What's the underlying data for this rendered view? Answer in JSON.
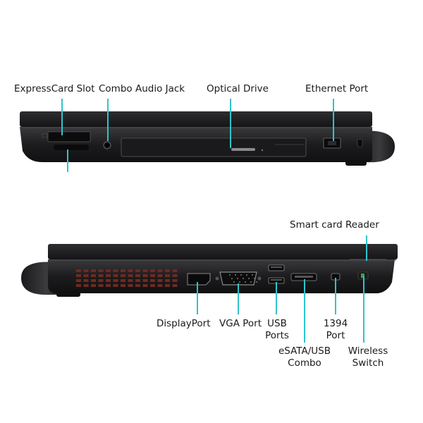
{
  "top_view": {
    "labels": {
      "expresscard": "ExpressCard Slot",
      "audio": "Combo Audio Jack",
      "optical": "Optical Drive",
      "ethernet": "Ethernet Port"
    }
  },
  "bottom_view": {
    "labels": {
      "smartcard": "Smart card Reader",
      "displayport": "DisplayPort",
      "vga": "VGA Port",
      "usb_line1": "USB",
      "usb_line2": "Ports",
      "port1394_line1": "1394",
      "port1394_line2": "Port",
      "esata_line1": "eSATA/USB",
      "esata_line2": "Combo",
      "wireless_line1": "Wireless",
      "wireless_line2": "Switch"
    }
  },
  "colors": {
    "callout": "#2fc4cc",
    "body": "#1c1c1e",
    "body_light": "#3a3a3d",
    "vent": "#6e2a22"
  }
}
